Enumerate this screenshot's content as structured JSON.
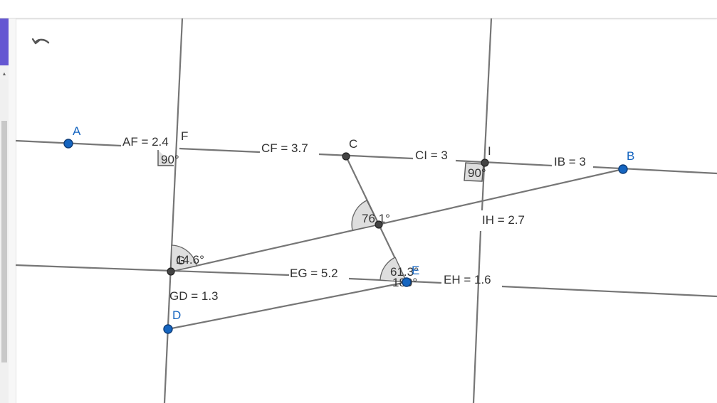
{
  "toolbar": {
    "undo_icon": "undo-icon"
  },
  "colors": {
    "accent": "#6557d2",
    "line": "#767676",
    "point_free": "#1565c0",
    "point_dependent": "#444444",
    "label_text": "#333333",
    "point_label": "#1565c0"
  },
  "points": {
    "A": {
      "label": "A"
    },
    "B": {
      "label": "B"
    },
    "C": {
      "label": "C"
    },
    "D": {
      "label": "D"
    },
    "E": {
      "label": "E"
    },
    "F": {
      "label": "F"
    },
    "G": {
      "label": "G"
    },
    "I": {
      "label": "I"
    }
  },
  "segments": {
    "AF": "AF = 2.4",
    "CF": "CF = 3.7",
    "CI": "CI = 3",
    "IB": "IB = 3",
    "IH": "IH = 2.7",
    "EG": "EG = 5.2",
    "EH": "EH = 1.6",
    "GD": "GD = 1.3"
  },
  "angles": {
    "F": "90°",
    "I": "90°",
    "J": "76.1°",
    "G": "14.6°",
    "E": "61.3°",
    "E2": "180°"
  }
}
